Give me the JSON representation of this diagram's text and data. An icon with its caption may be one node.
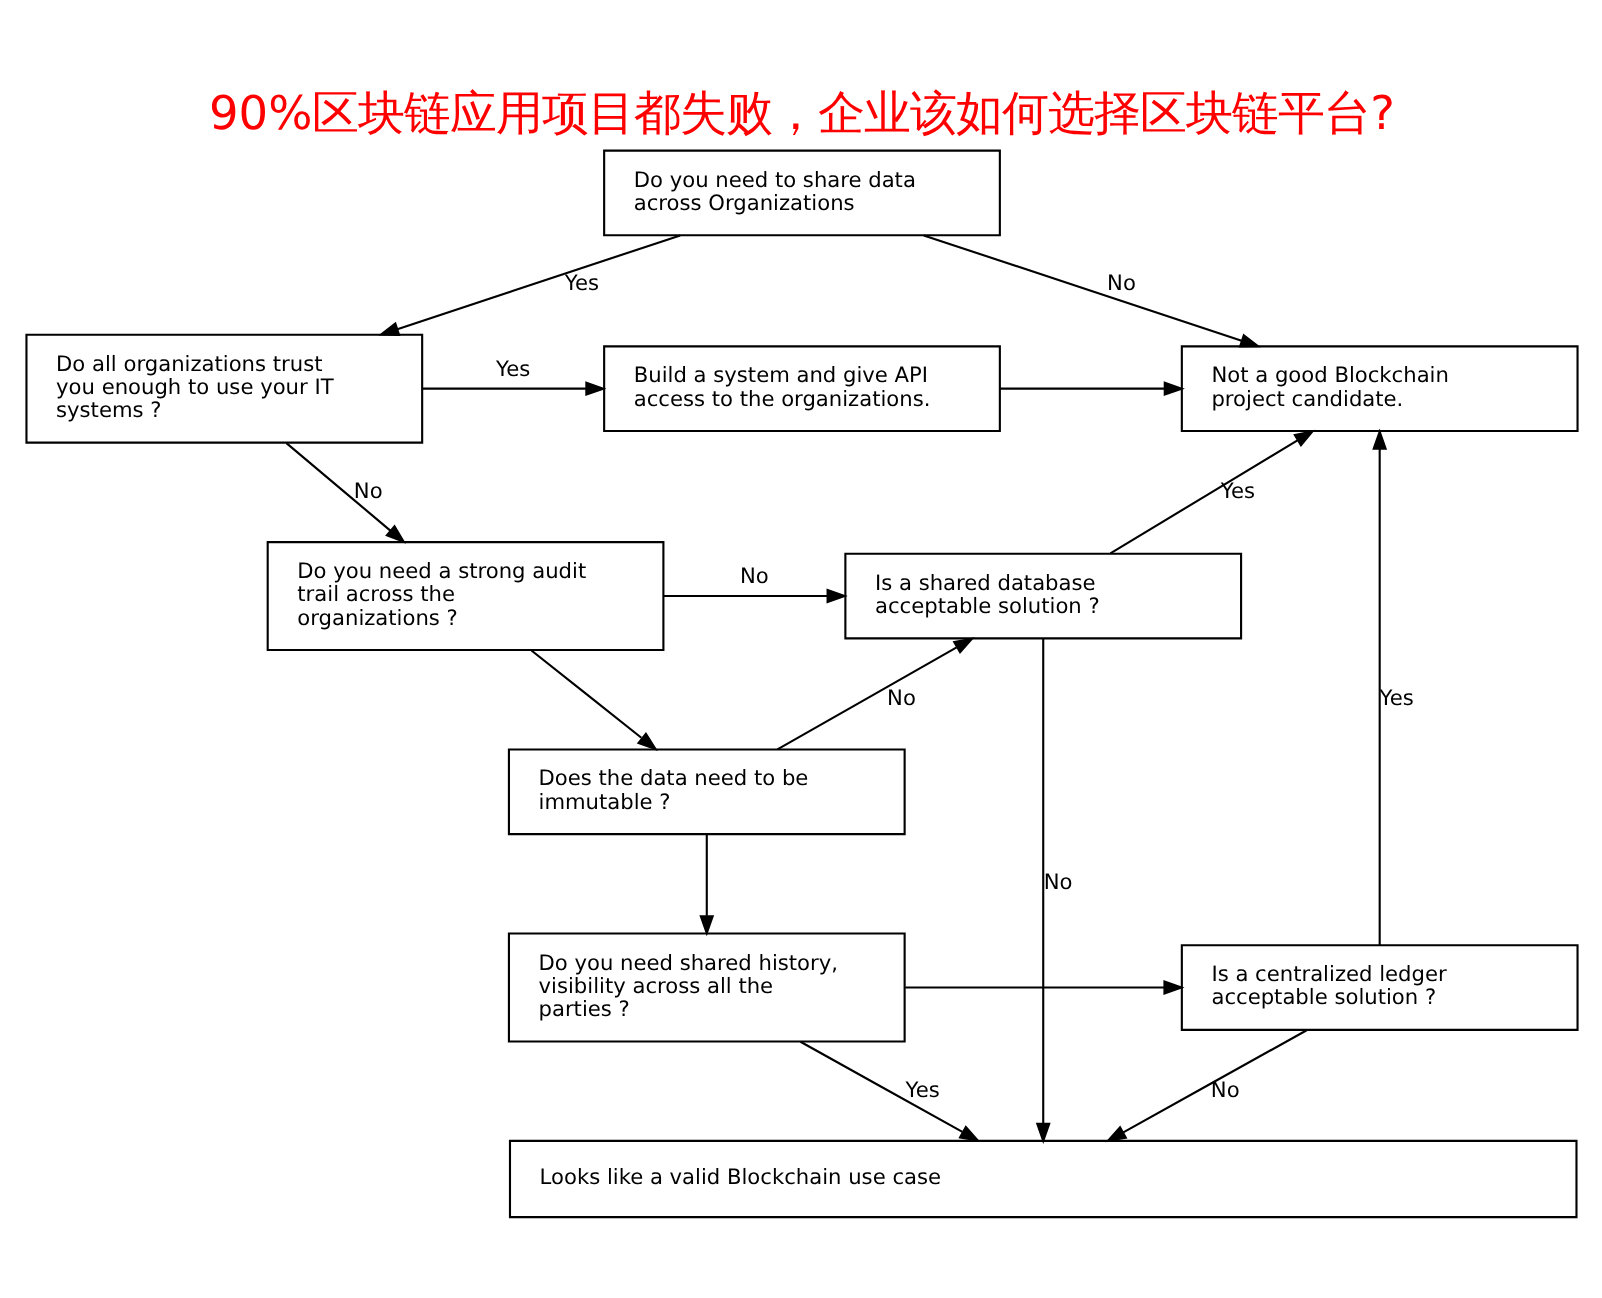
{
  "diagram": {
    "title": "90%区块链应用项目都失败，企业该如何选择区块链平台?",
    "nodes": [
      {
        "text": [
          "Do you need to share data across Organizations"
        ]
      },
      {
        "text": [
          "Do all organizations trust you enough to use your IT systems ?"
        ]
      },
      {
        "text": [
          "Build a system and give API access to the organizations."
        ]
      },
      {
        "text": [
          "Not a good Blockchain project candidate."
        ]
      },
      {
        "text": [
          "Do you need a strong audit trail across the organizations ?"
        ]
      },
      {
        "text": [
          "Is a shared database acceptable solution ?"
        ]
      },
      {
        "text": [
          "Does the data need to be immutable ?"
        ]
      },
      {
        "text": [
          "Do you need shared history, visibility across all the parties ?"
        ]
      },
      {
        "text": [
          "Is a centralized ledger acceptable solution ?"
        ]
      },
      {
        "text": [
          "Looks like a valid Blockchain use case"
        ]
      }
    ],
    "edges": [
      {
        "from": 0,
        "to": 3,
        "arrow": "to",
        "label": "No"
      },
      {
        "from": 0,
        "to": 1,
        "arrow": "to",
        "label": "Yes"
      },
      {
        "from": 1,
        "to": 2,
        "arrow": "to",
        "label": "Yes"
      },
      {
        "from": 2,
        "to": 3,
        "arrow": "to"
      },
      {
        "from": 1,
        "to": 4,
        "arrow": "to",
        "label": "No"
      },
      {
        "from": 4,
        "to": 5,
        "arrow": "to",
        "label": "No"
      },
      {
        "from": 5,
        "to": 3,
        "arrow": "to",
        "label": "Yes"
      },
      {
        "from": 4,
        "to": 6,
        "arrow": "to"
      },
      {
        "from": 6,
        "to": 5,
        "arrow": "to",
        "label": "No"
      },
      {
        "from": 5,
        "to": 9,
        "arrow": "to",
        "label": "No"
      },
      {
        "from": 6,
        "to": 7,
        "arrow": "to"
      },
      {
        "from": 7,
        "to": 8,
        "arrow": "to"
      },
      {
        "from": 8,
        "to": 3,
        "arrow": "to",
        "label": "Yes"
      },
      {
        "from": 7,
        "to": 9,
        "arrow": "to",
        "label": "Yes"
      },
      {
        "from": 8,
        "to": 9,
        "arrow": "to",
        "label": "No"
      }
    ]
  }
}
